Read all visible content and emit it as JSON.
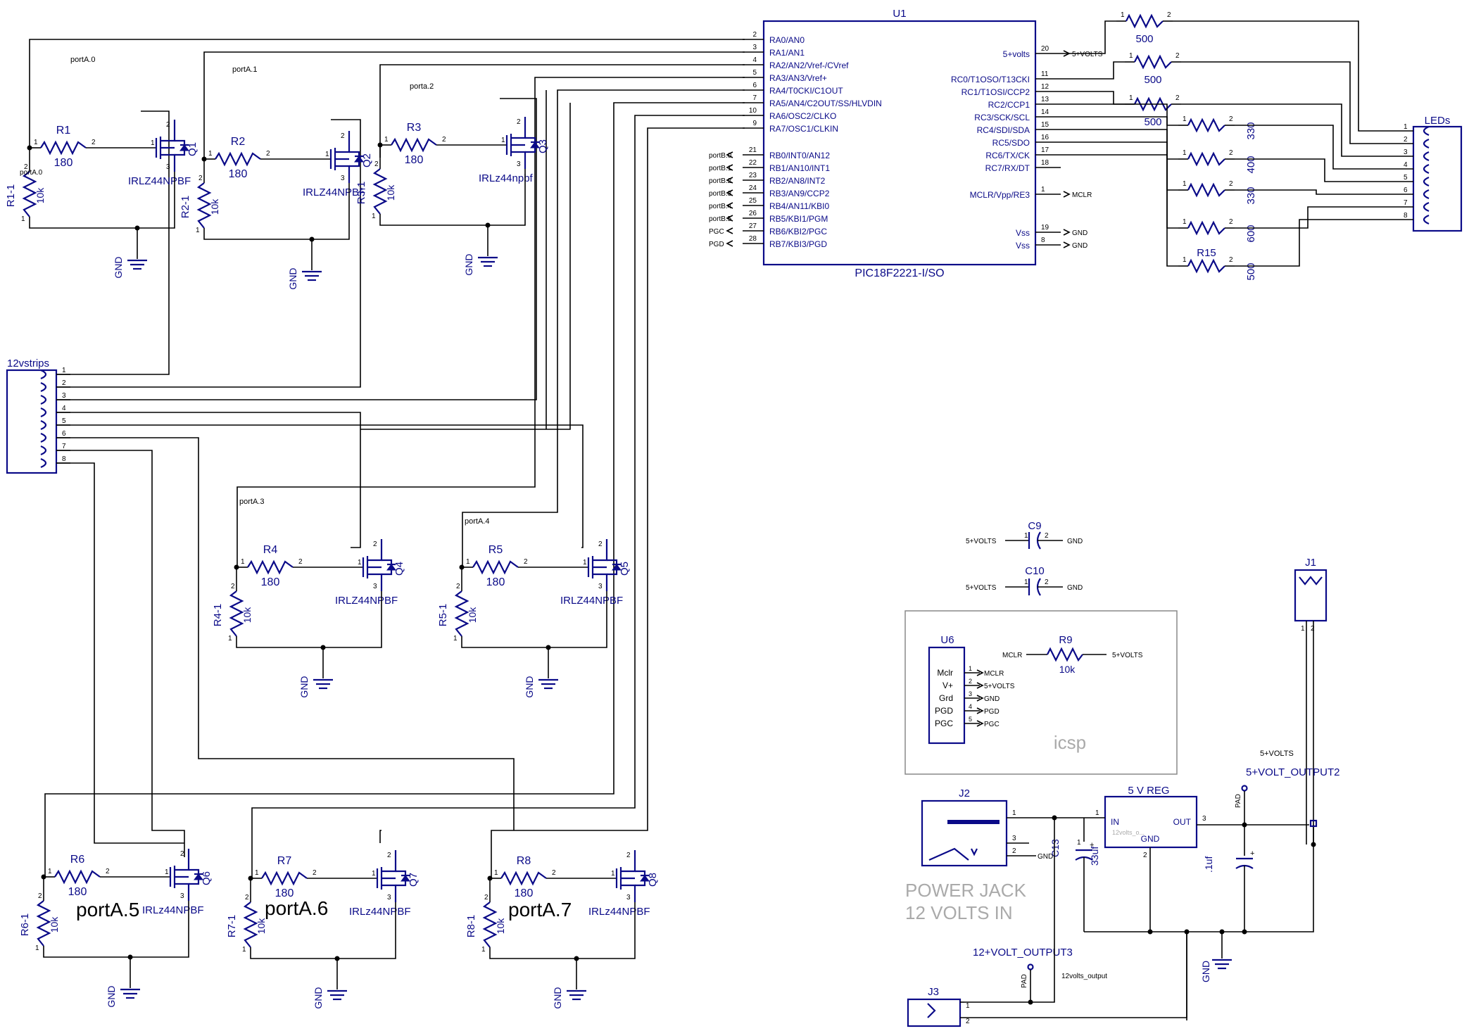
{
  "u1": {
    "ref": "U1",
    "part": "PIC18F2221-I/SO",
    "left_pins": [
      {
        "num": "2",
        "name": "RA0/AN0"
      },
      {
        "num": "3",
        "name": "RA1/AN1"
      },
      {
        "num": "4",
        "name": "RA2/AN2/Vref-/CVref"
      },
      {
        "num": "5",
        "name": "RA3/AN3/Vref+"
      },
      {
        "num": "6",
        "name": "RA4/T0CKI/C1OUT"
      },
      {
        "num": "7",
        "name": "RA5/AN4/C2OUT/SS/HLVDIN"
      },
      {
        "num": "10",
        "name": "RA6/OSC2/CLKO"
      },
      {
        "num": "9",
        "name": "RA7/OSC1/CLKIN"
      },
      {
        "num": "21",
        "name": "RB0/INT0/AN12",
        "net": "portB.0"
      },
      {
        "num": "22",
        "name": "RB1/AN10/INT1",
        "net": "portB.1"
      },
      {
        "num": "23",
        "name": "RB2/AN8/INT2",
        "net": "portB.2"
      },
      {
        "num": "24",
        "name": "RB3/AN9/CCP2",
        "net": "portB.3"
      },
      {
        "num": "25",
        "name": "RB4/AN11/KBI0",
        "net": "portB.4"
      },
      {
        "num": "26",
        "name": "RB5/KBI1/PGM",
        "net": "portB.5"
      },
      {
        "num": "27",
        "name": "RB6/KBI2/PGC",
        "net": "PGC"
      },
      {
        "num": "28",
        "name": "RB7/KBI3/PGD",
        "net": "PGD"
      }
    ],
    "right_pins": [
      {
        "num": "20",
        "name": "5+volts",
        "net": "5+VOLTS"
      },
      {
        "num": "11",
        "name": "RC0/T1OSO/T13CKI"
      },
      {
        "num": "12",
        "name": "RC1/T1OSI/CCP2"
      },
      {
        "num": "13",
        "name": "RC2/CCP1"
      },
      {
        "num": "14",
        "name": "RC3/SCK/SCL"
      },
      {
        "num": "15",
        "name": "RC4/SDI/SDA"
      },
      {
        "num": "16",
        "name": "RC5/SDO"
      },
      {
        "num": "17",
        "name": "RC6/TX/CK"
      },
      {
        "num": "18",
        "name": "RC7/RX/DT"
      },
      {
        "num": "1",
        "name": "MCLR/Vpp/RE3",
        "net": "MCLR"
      },
      {
        "num": "19",
        "name": "Vss",
        "net": "GND"
      },
      {
        "num": "8",
        "name": "Vss",
        "net": "GND"
      }
    ]
  },
  "channels": [
    {
      "port": "portA.0",
      "r": "R1",
      "rv": "180",
      "rpd": "R1-1",
      "rpdv": "10k",
      "q": "Q1",
      "qp": "IRLZ44NPBF",
      "note": "portA.0"
    },
    {
      "port": "portA.1",
      "r": "R2",
      "rv": "180",
      "rpd": "R2-1",
      "rpdv": "10k",
      "q": "Q2",
      "qp": "IRLZ44NPBF"
    },
    {
      "port": "porta.2",
      "r": "R3",
      "rv": "180",
      "rpd": "R3-1",
      "rpdv": "10k",
      "q": "Q3",
      "qp": "IRLz44npbf"
    },
    {
      "port": "portA.3",
      "r": "R4",
      "rv": "180",
      "rpd": "R4-1",
      "rpdv": "10k",
      "q": "Q4",
      "qp": "IRLZ44NPBF"
    },
    {
      "port": "portA.4",
      "r": "R5",
      "rv": "180",
      "rpd": "R5-1",
      "rpdv": "10k",
      "q": "Q5",
      "qp": "IRLZ44NPBF"
    },
    {
      "port": "portA.5",
      "r": "R6",
      "rv": "180",
      "rpd": "R6-1",
      "rpdv": "10k",
      "q": "Q6",
      "qp": "IRLz44NPBF"
    },
    {
      "port": "portA.6",
      "r": "R7",
      "rv": "180",
      "rpd": "R7-1",
      "rpdv": "10k",
      "q": "Q7",
      "qp": "IRLz44NPBF"
    },
    {
      "port": "portA.7",
      "r": "R8",
      "rv": "180",
      "rpd": "R8-1",
      "rpdv": "10k",
      "q": "Q8",
      "qp": "IRLz44NPBF"
    }
  ],
  "gnd": "GND",
  "strips": {
    "ref": "12vstrips",
    "pins": [
      "1",
      "2",
      "3",
      "4",
      "5",
      "6",
      "7",
      "8"
    ]
  },
  "leds": {
    "ref": "LEDs",
    "pins": [
      "1",
      "2",
      "3",
      "4",
      "5",
      "6",
      "7",
      "8"
    ]
  },
  "led_resistors": [
    {
      "value": "500"
    },
    {
      "value": "500"
    },
    {
      "value": "500"
    },
    {
      "value": "330"
    },
    {
      "value": "400"
    },
    {
      "value": "330"
    },
    {
      "value": "600"
    },
    {
      "ref": "R15",
      "value": "500"
    }
  ],
  "c9": {
    "ref": "C9",
    "left": "5+VOLTS",
    "right": "GND"
  },
  "c10": {
    "ref": "C10",
    "left": "5+VOLTS",
    "right": "GND"
  },
  "icsp": {
    "title": "icsp",
    "u6": "U6",
    "pins": [
      {
        "name": "Mclr",
        "net": "MCLR"
      },
      {
        "name": "V+",
        "net": "5+VOLTS"
      },
      {
        "name": "Grd",
        "net": "GND"
      },
      {
        "name": "PGD",
        "net": "PGD"
      },
      {
        "name": "PGC",
        "net": "PGC"
      }
    ],
    "r9": {
      "ref": "R9",
      "value": "10k",
      "left": "MCLR",
      "right": "5+VOLTS"
    }
  },
  "power": {
    "j1": "J1",
    "j2": "J2",
    "j3": "J3",
    "jack_line1": "POWER JACK",
    "jack_line2": "12 VOLTS IN",
    "reg": "5 V REG",
    "reg_in": "IN",
    "reg_out": "OUT",
    "reg_gnd": "GND",
    "reg_ghost": "12volts_o...",
    "c13": "C13",
    "c13v": "33uf",
    "c_out": ".1uf",
    "out2": "5+VOLT_OUTPUT2",
    "out2_net": "5+VOLTS",
    "out3": "12+VOLT_OUTPUT3",
    "out3_net": "12volts_output",
    "pad": "PAD"
  }
}
